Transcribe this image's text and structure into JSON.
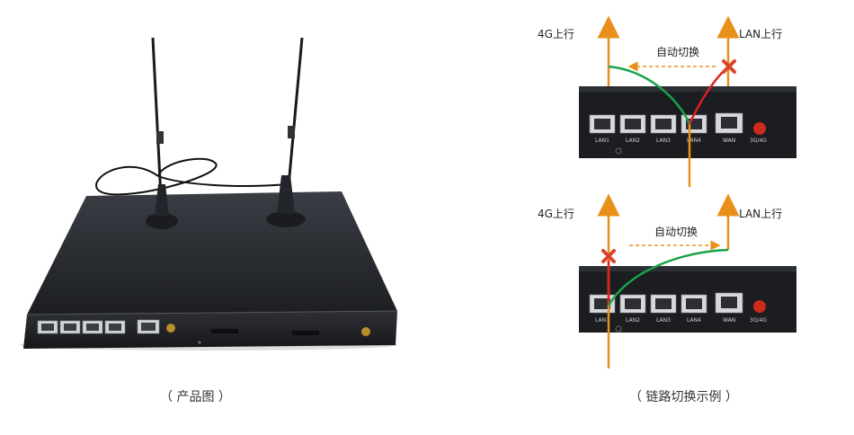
{
  "captions": {
    "product": "（ 产品图 ）",
    "switch_example": "（ 链路切换示例 ）"
  },
  "router_labels": {
    "ports": [
      "LAN1",
      "LAN2",
      "LAN3",
      "LAN4"
    ],
    "wan": "WAN",
    "led": "3G/4G"
  },
  "diagram": {
    "top": {
      "uplink_4g": "4G上行",
      "uplink_lan": "LAN上行",
      "switch_text": "自动切换"
    },
    "bottom": {
      "uplink_4g": "4G上行",
      "uplink_lan": "LAN上行",
      "switch_text": "自动切换"
    }
  },
  "colors": {
    "arrow": "#e8901a",
    "green_link": "#1aa34a",
    "red_link": "#e02020",
    "fail_mark": "#d9432a",
    "router_body": "#2a2d33"
  }
}
